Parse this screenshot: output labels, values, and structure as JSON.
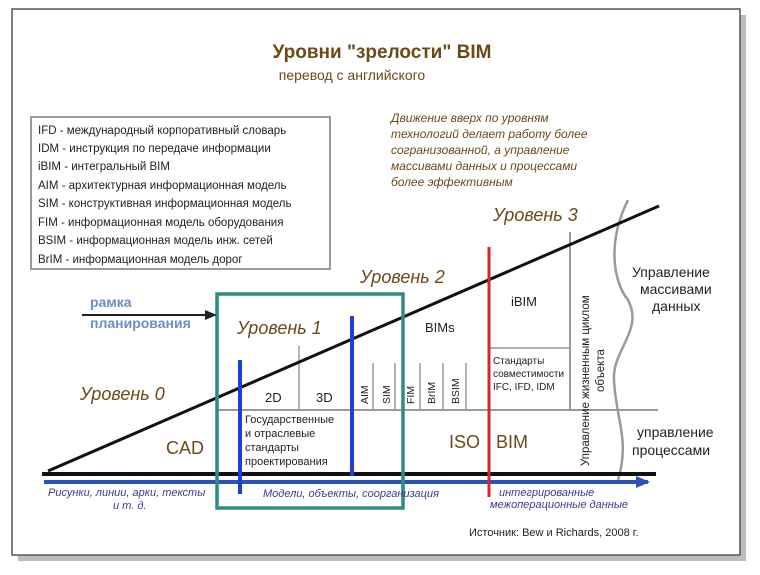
{
  "title": "Уровни  \"зрелости\"  BIM",
  "subtitle": "перевод с английского",
  "note_lines": [
    "Движение вверх по уровням",
    "технологий делает работу более",
    "согранизованной, а управление",
    "массивами данных и процессами",
    "более эффективным"
  ],
  "legend": [
    "IFD - международный корпоративный словарь",
    "IDM - инструкция по передаче информации",
    "iBIM - интегральный BIM",
    "AIM - архитектурная информационная модель",
    "SIM - конструктивная информационная модель",
    "FIM - информационная модель оборудования",
    "BSIM - информационная модель инж. сетей",
    "BrIM - информационная модель дорог"
  ],
  "levels": {
    "level0": "Уровень 0",
    "level1": "Уровень 1",
    "level2": "Уровень 2",
    "level3": "Уровень 3"
  },
  "frame_label": [
    "рамка",
    "планирования"
  ],
  "cells": {
    "d2": "2D",
    "d3": "3D",
    "cad": "CAD",
    "bims": "BIMs",
    "ibim": "iBIM",
    "iso": "ISO",
    "bim": "BIM"
  },
  "vertical_models": [
    "AIM",
    "SIM",
    "FIM",
    "BrIM",
    "BSIM"
  ],
  "gov_standards": [
    "Государственные",
    "и отраслевые",
    "стандарты",
    "проектирования"
  ],
  "compat_standards": [
    "Стандарты",
    "совместимости",
    "IFC, IFD, IDM"
  ],
  "lifecycle_label": "Управление жизненным циклом",
  "lifecycle_label2": "объекта",
  "right_labels": {
    "data_mgmt": [
      "Управление",
      "массивами",
      "данных"
    ],
    "process_mgmt": [
      "управление",
      "процессами"
    ]
  },
  "axis_labels": {
    "left": [
      "Рисунки, линии, арки, тексты",
      "и т. д."
    ],
    "middle": "Модели, объекты, соорганизация",
    "right": [
      "интегрированные",
      "межоперационные данные"
    ]
  },
  "source": "Источник: Bew и Richards, 2008 г.",
  "colors": {
    "title": "#6b4a16",
    "level_text": "#6b4a16",
    "blue_line": "#1f3fd4",
    "red_line": "#d8262c",
    "frame": "#2e8c84",
    "arrow": "#2a52b8",
    "frame_label": "#6b8fc6",
    "gray_line": "#9a9a9a"
  }
}
